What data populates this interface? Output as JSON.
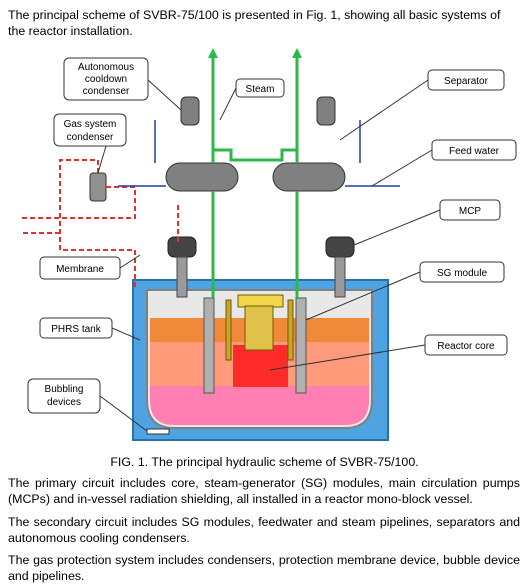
{
  "intro": "The principal scheme of SVBR-75/100 is presented in Fig. 1, showing all basic systems of the reactor installation.",
  "figure": {
    "caption": "FIG. 1. The principal hydraulic scheme of SVBR-75/100.",
    "labels": {
      "autonomous_1": "Autonomous",
      "autonomous_2": "cooldown",
      "autonomous_3": "condenser",
      "steam": "Steam",
      "separator": "Separator",
      "gas_1": "Gas system",
      "gas_2": "condenser",
      "feed_water": "Feed water",
      "mcp": "MCP",
      "membrane": "Membrane",
      "sg_module": "SG module",
      "phrs_tank": "PHRS tank",
      "reactor_core": "Reactor core",
      "bubbling_1": "Bubbling",
      "bubbling_2": "devices"
    }
  },
  "para1": "The primary circuit includes core, steam-generator (SG) modules, main circulation pumps (MCPs) and in-vessel radiation shielding, all installed in a reactor mono-block vessel.",
  "para2": "The secondary circuit includes SG modules, feedwater and steam pipelines, separators and autonomous cooling condensers.",
  "para3": "The gas protection system includes condensers, protection membrane device, bubble device and pipelines."
}
